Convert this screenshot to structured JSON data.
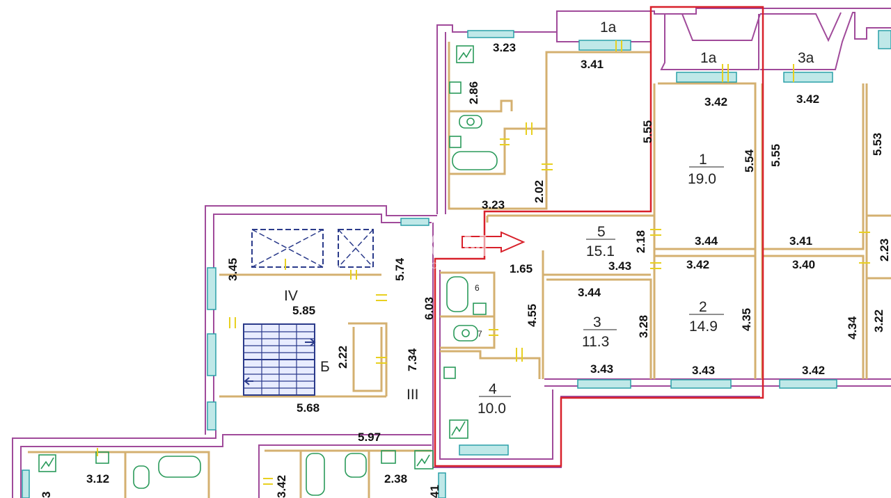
{
  "dimensions": {
    "d_3_23_top": "3.23",
    "d_3_41_top": "3.41",
    "d_3_42_top_mid": "3.42",
    "d_3_42_top_right": "3.42",
    "d_2_86": "2.86",
    "d_5_55_left": "5.55",
    "d_5_54": "5.54",
    "d_5_55_right": "5.55",
    "d_5_53": "5.53",
    "d_2_02": "2.02",
    "d_3_23_mid": "3.23",
    "d_2_18": "2.18",
    "d_3_44_a": "3.44",
    "d_3_41_mid": "3.41",
    "d_2_23": "2.23",
    "d_3_43_a": "3.43",
    "d_3_42_mid": "3.42",
    "d_3_40": "3.40",
    "d_1_65": "1.65",
    "d_3_44_b": "3.44",
    "d_3_45": "3.45",
    "d_5_74": "5.74",
    "d_6_03": "6.03",
    "d_5_85": "5.85",
    "d_4_55": "4.55",
    "d_3_28": "3.28",
    "d_4_35": "4.35",
    "d_4_34": "4.34",
    "d_3_22": "3.22",
    "d_2_22": "2.22",
    "d_7_34": "7.34",
    "d_3_43_b": "3.43",
    "d_3_43_c": "3.43",
    "d_3_42_bottom": "3.42",
    "d_5_68": "5.68",
    "d_5_97": "5.97",
    "d_3_12": "3.12",
    "d_3_42_lower": "3.42",
    "d_2_38": "2.38",
    "d_3_edge": "3",
    "d_41_edge": "41"
  },
  "rooms": {
    "r1": {
      "num": "1",
      "area": "19.0"
    },
    "r2": {
      "num": "2",
      "area": "14.9"
    },
    "r3": {
      "num": "3",
      "area": "11.3"
    },
    "r4": {
      "num": "4",
      "area": "10.0"
    },
    "r5": {
      "num": "5",
      "area": "15.1"
    },
    "r6": {
      "num": "6"
    },
    "r7": {
      "num": "7"
    }
  },
  "labels": {
    "balcony_left": "1а",
    "balcony_mid": "1а",
    "balcony_right": "3а",
    "stair_IV": "IV",
    "stair_B": "Б",
    "stair_III": "III"
  },
  "watermark": {
    "text": "ИНКОМ",
    "sub": "НЕДВИЖИМОСТЬ"
  },
  "colors": {
    "wall": "#a04a9a",
    "partition": "#d4b070",
    "window": "#2aa0a8",
    "fixture": "#2a9a5a",
    "highlight": "#d8202a"
  }
}
